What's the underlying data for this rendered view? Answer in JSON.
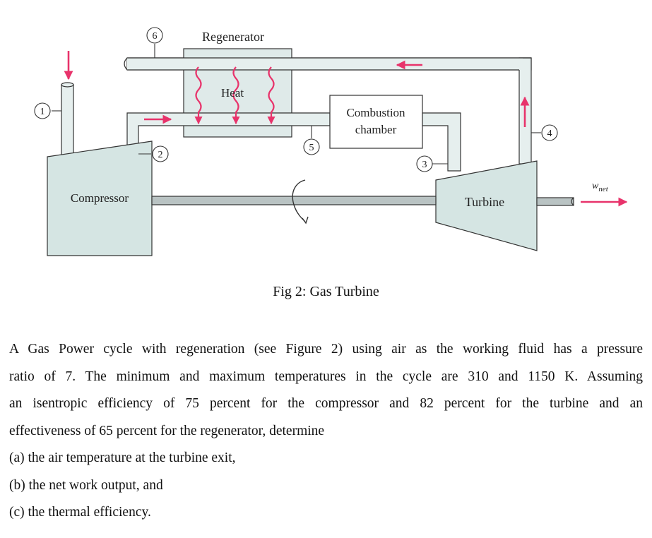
{
  "figure": {
    "labels": {
      "regenerator": "Regenerator",
      "heat": "Heat",
      "combustion_line1": "Combustion",
      "combustion_line2": "chamber",
      "compressor": "Compressor",
      "turbine": "Turbine",
      "wnet_main": "w",
      "wnet_sub": "net"
    },
    "states": [
      "1",
      "2",
      "3",
      "4",
      "5",
      "6"
    ],
    "colors": {
      "arrow": "#e8336b",
      "component_fill": "#d5e5e3",
      "pipe_fill": "#e6efee",
      "shaft_fill": "#b9c3c3",
      "outline": "#333333"
    }
  },
  "caption": "Fig 2: Gas Turbine",
  "problem": {
    "line1": "A Gas Power cycle with regeneration (see Figure 2) using air as the working fluid has a pressure",
    "line2": "ratio of 7. The minimum and maximum temperatures in the cycle are 310 and 1150 K. Assuming",
    "line3": "an isentropic efficiency of 75 percent for the compressor and 82 percent for the turbine and an",
    "line4": "effectiveness of 65 percent for the regenerator, determine",
    "part_a": "(a) the air temperature at the turbine exit,",
    "part_b": "(b) the net work output, and",
    "part_c": "(c) the thermal efficiency."
  }
}
